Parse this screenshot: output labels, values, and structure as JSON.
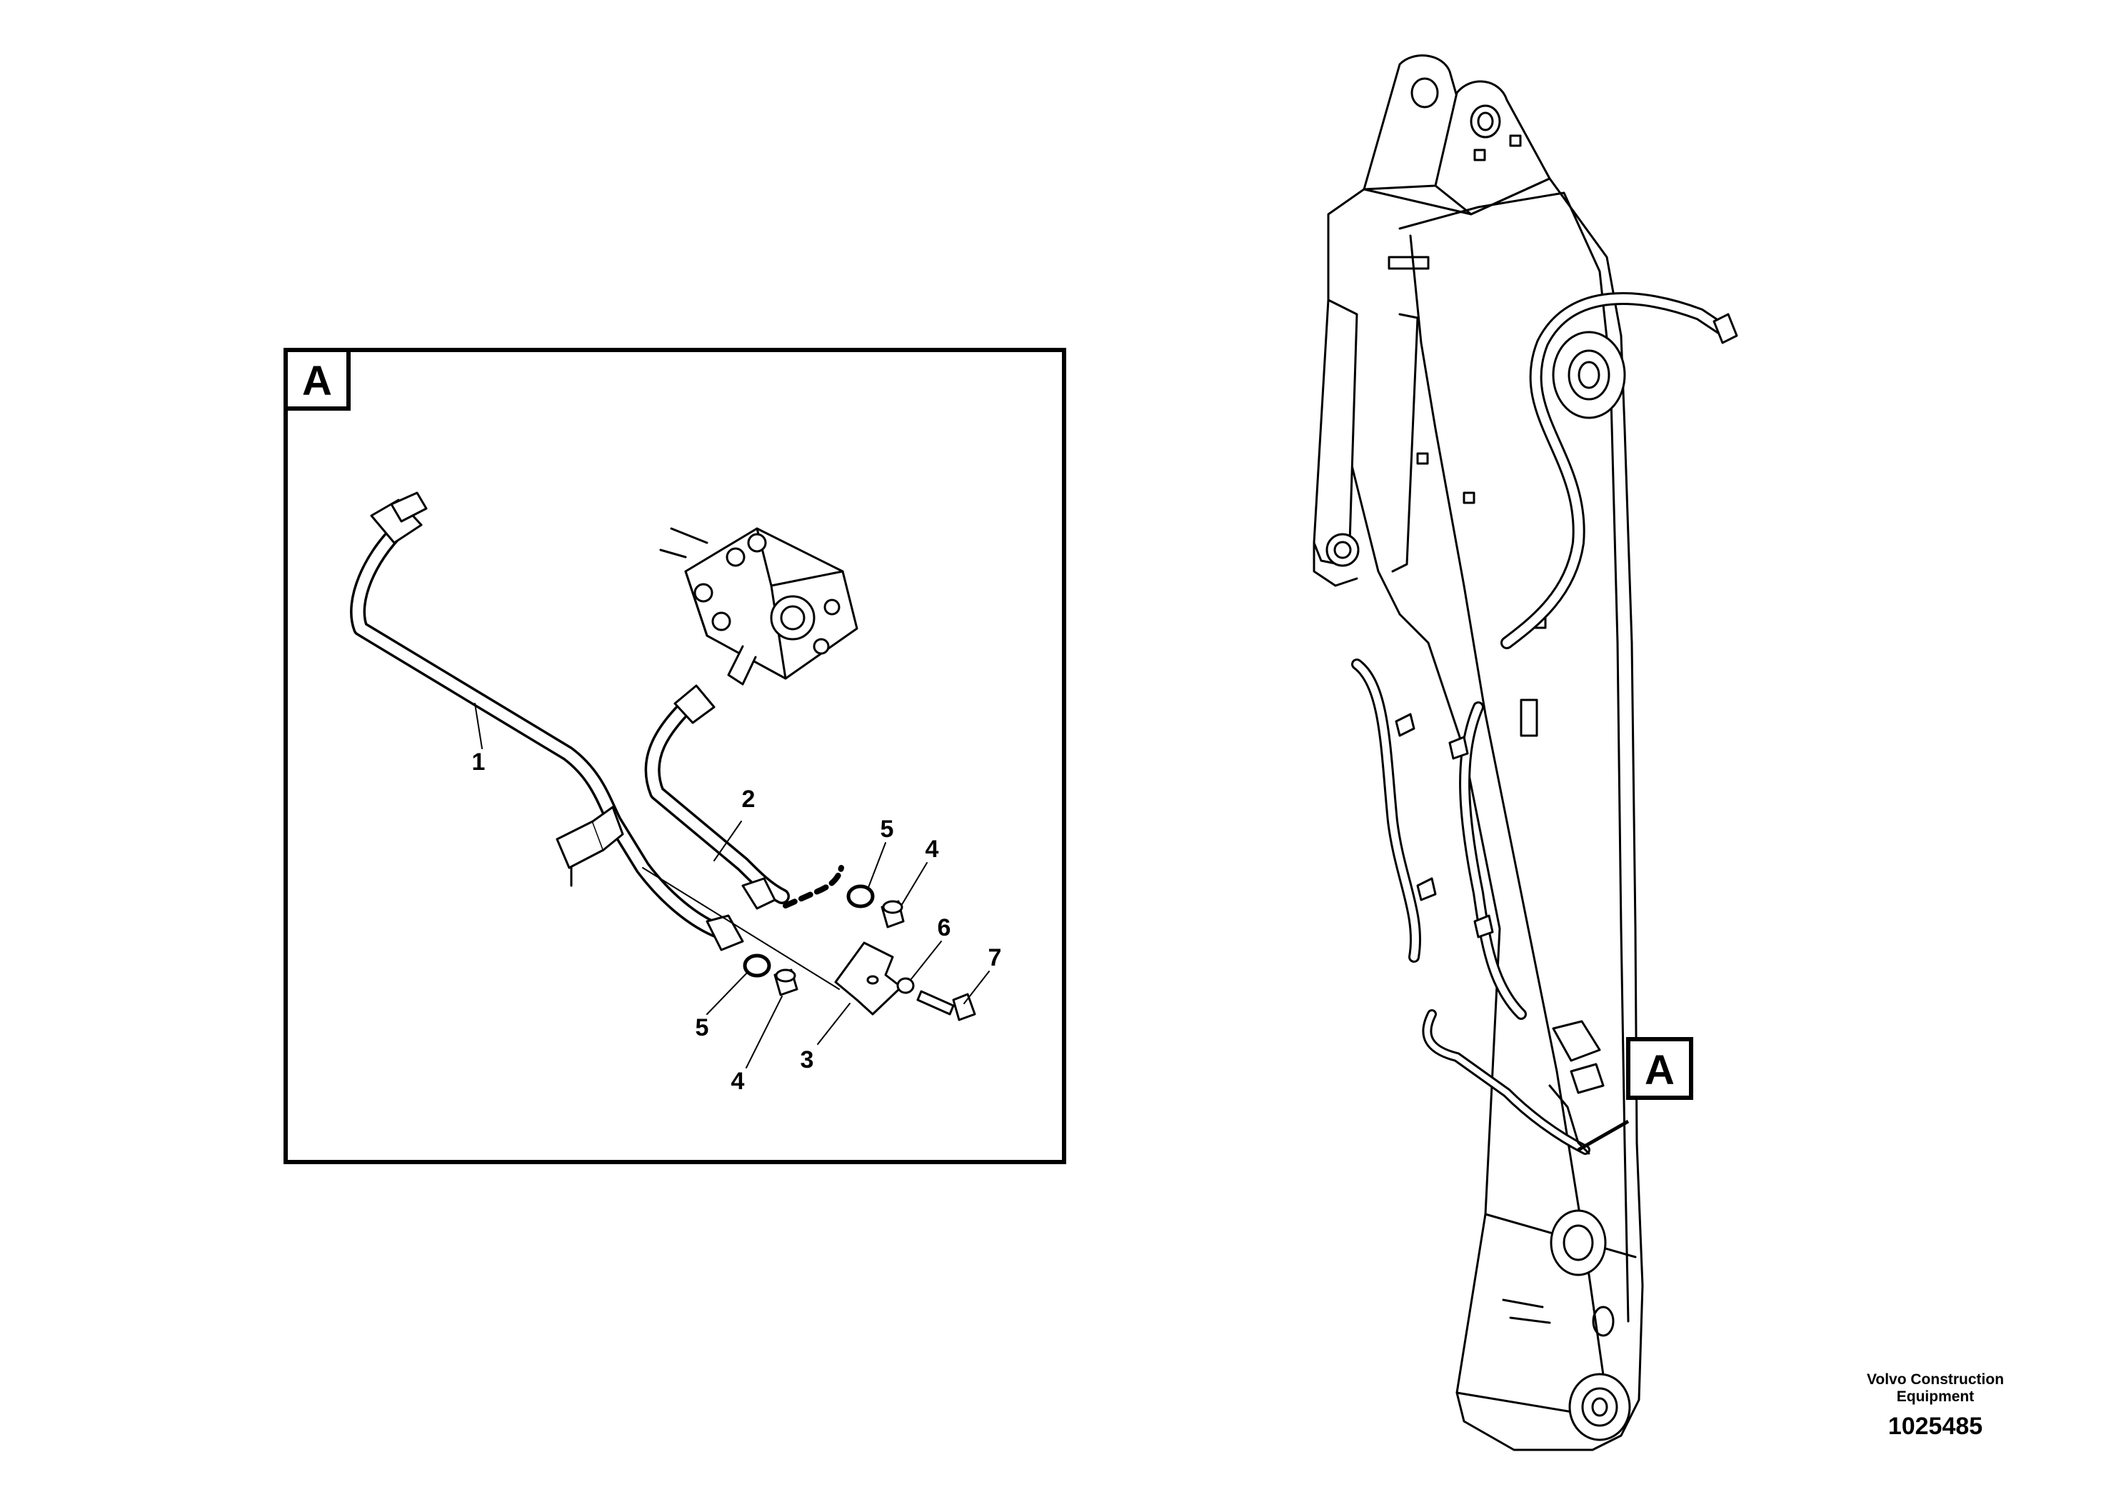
{
  "detail_tag": "A",
  "callouts": {
    "c1": "1",
    "c2": "2",
    "c3": "3",
    "c4a": "4",
    "c4b": "4",
    "c5a": "5",
    "c5b": "5",
    "c6": "6",
    "c7": "7"
  },
  "brand": {
    "line1": "Volvo Construction",
    "line2": "Equipment",
    "drawing_number": "1025485"
  }
}
